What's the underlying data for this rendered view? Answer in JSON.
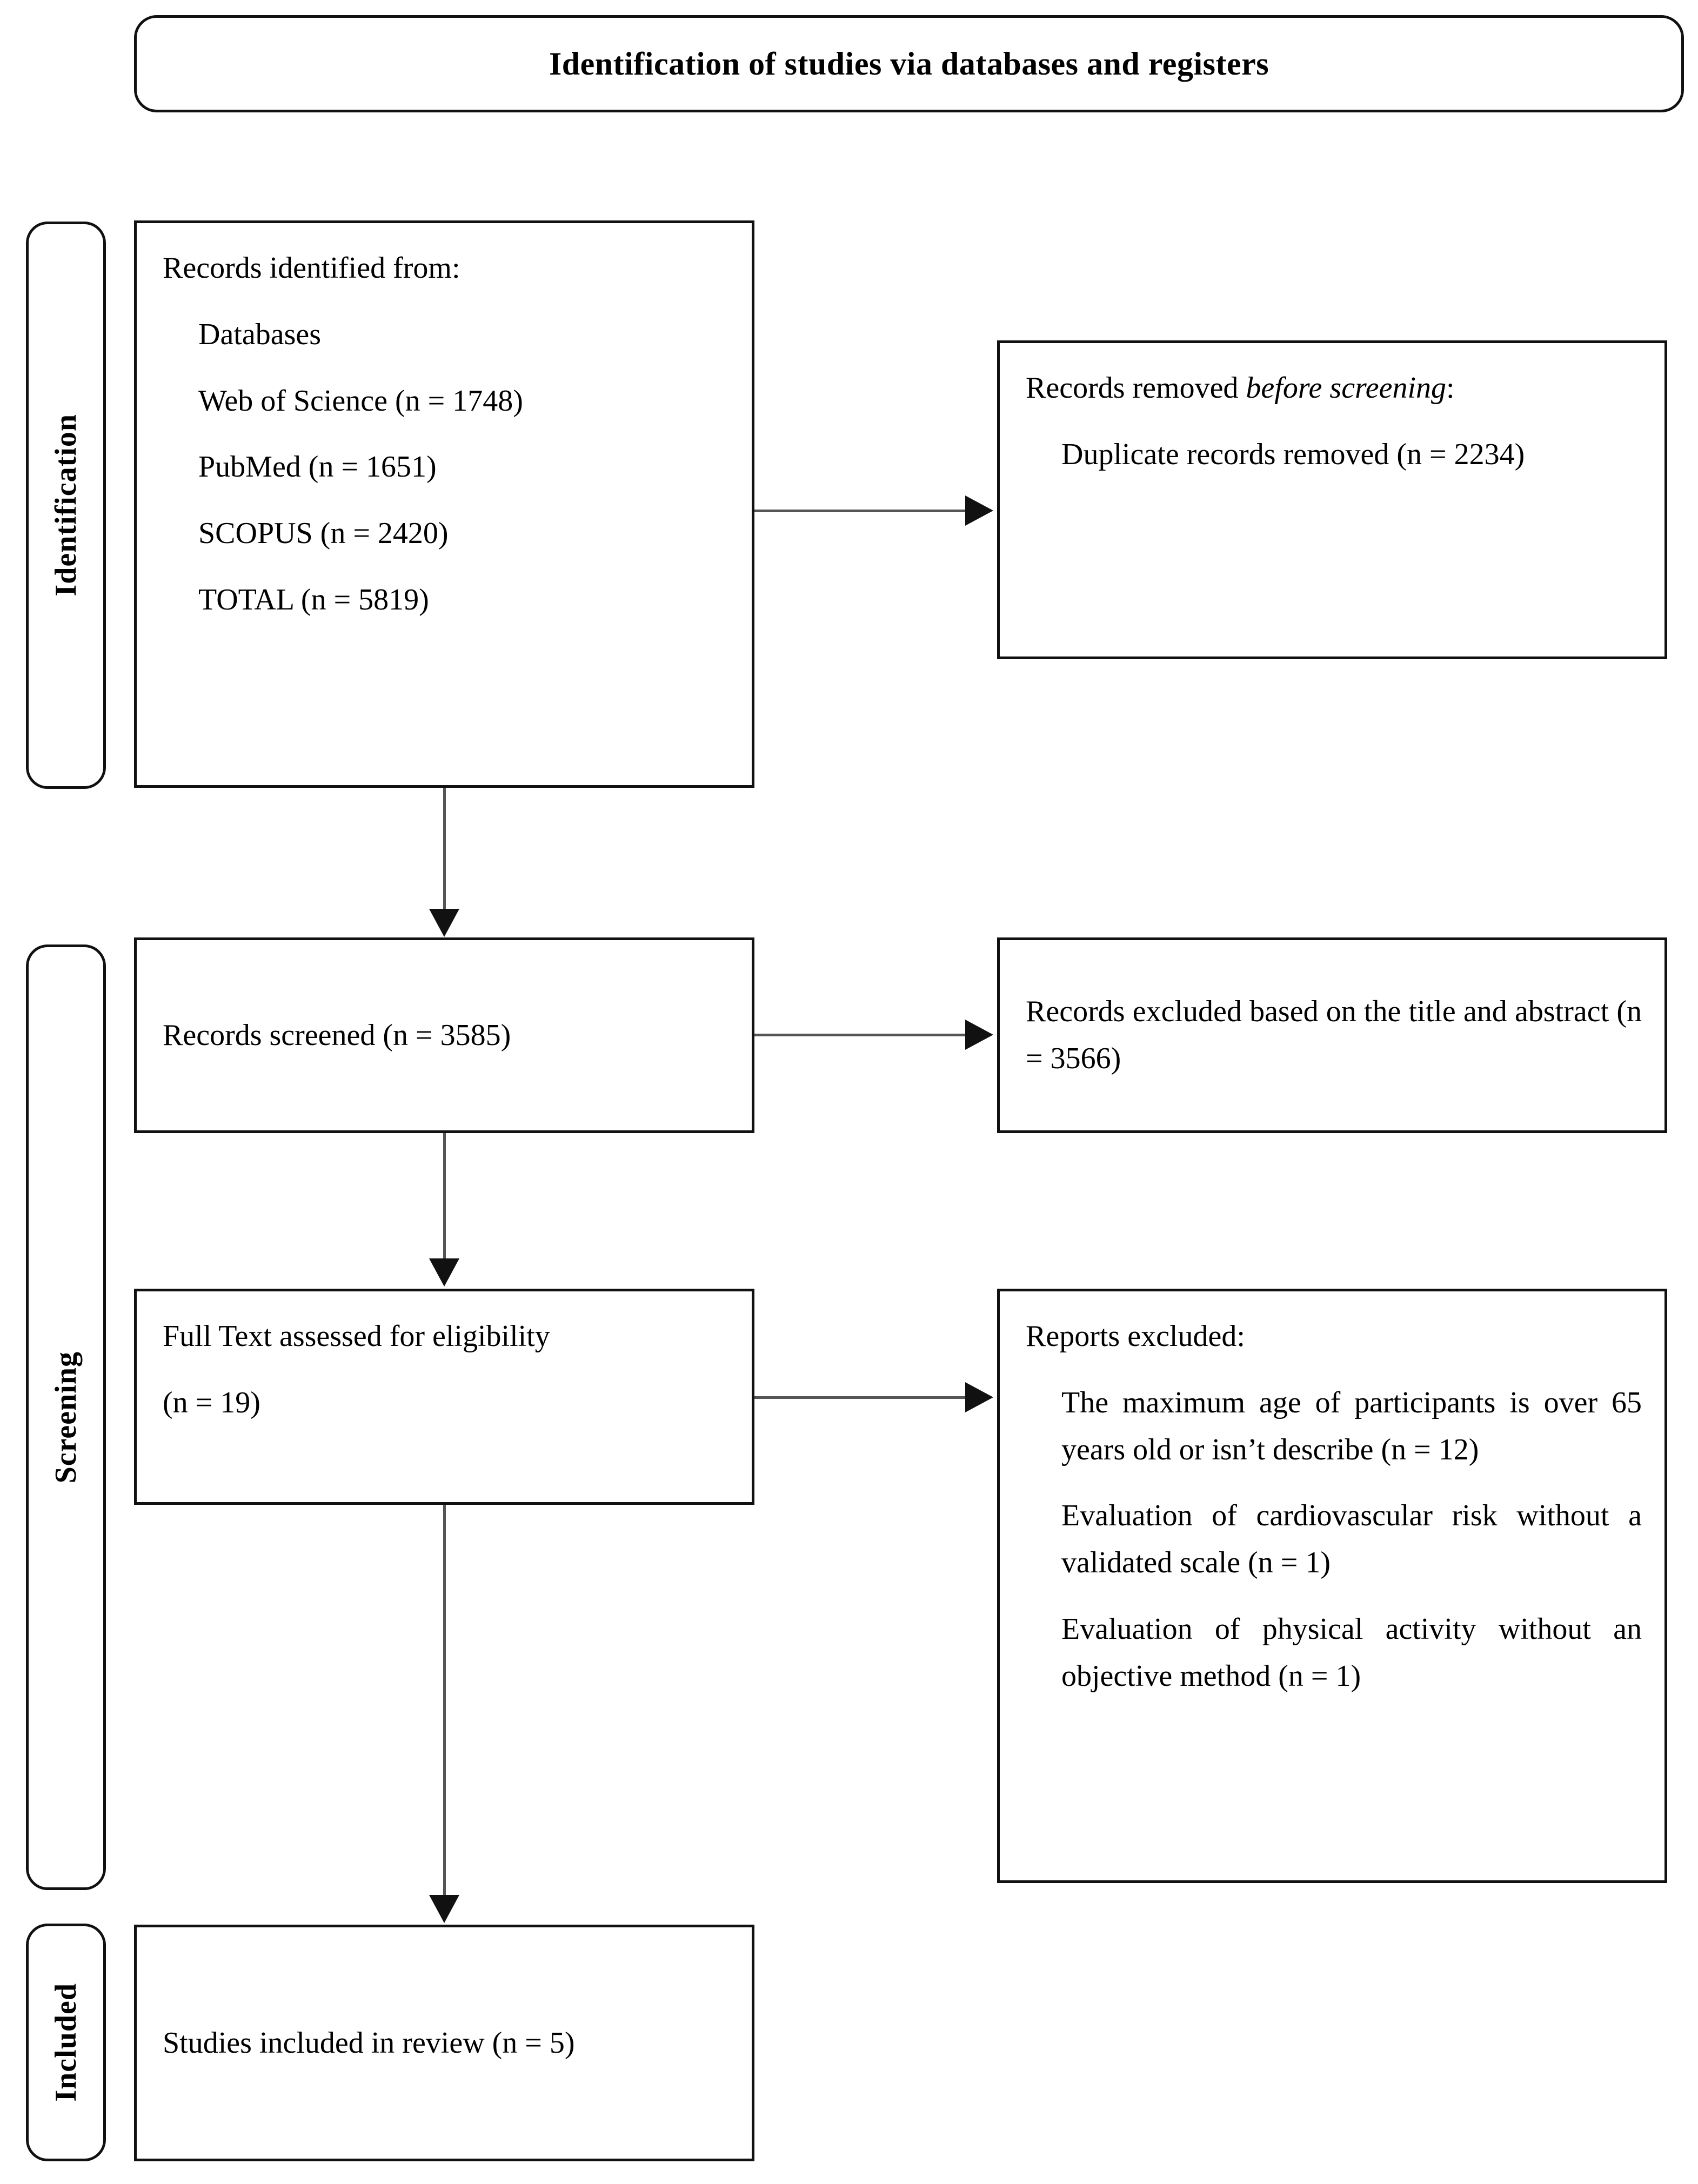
{
  "title": {
    "text": "Identification of studies via databases and registers"
  },
  "stages": [
    {
      "key": "identification",
      "label": "Identification"
    },
    {
      "key": "screening",
      "label": "Screening"
    },
    {
      "key": "included",
      "label": "Included"
    }
  ],
  "boxes": {
    "records_identified": {
      "heading": "Records identified from:",
      "lines": [
        "Databases",
        "Web of Science (n = 1748)",
        "PubMed (n = 1651)",
        "SCOPUS (n = 2420)",
        "TOTAL (n = 5819)"
      ]
    },
    "records_removed": {
      "heading_prefix": "Records removed ",
      "heading_italic": "before screening",
      "heading_suffix": ":",
      "lines": [
        "Duplicate records removed (n = 2234)"
      ]
    },
    "records_screened": {
      "text": "Records screened (n = 3585)"
    },
    "records_excluded": {
      "text": "Records excluded based on the title and abstract (n = 3566)"
    },
    "full_text": {
      "line1": "Full Text assessed for eligibility",
      "line2": "(n = 19)"
    },
    "reports_excluded": {
      "heading": "Reports excluded:",
      "lines": [
        "The maximum age of participants is over 65 years old or isn’t describe (n = 12)",
        "Evaluation of cardiovascular risk without a validated scale (n = 1)",
        "Evaluation of physical activity without an objective method (n = 1)"
      ]
    },
    "studies_included": {
      "text": "Studies included in review (n = 5)"
    }
  },
  "colors": {
    "border": "#111111",
    "connector": "#555555",
    "background": "#ffffff",
    "text": "#000000"
  },
  "flow_counts": {
    "web_of_science": 1748,
    "pubmed": 1651,
    "scopus": 2420,
    "total_identified": 5819,
    "duplicates_removed": 2234,
    "records_screened": 3585,
    "records_excluded_title_abstract": 3566,
    "full_text_assessed": 19,
    "excluded_age": 12,
    "excluded_cv_risk_scale": 1,
    "excluded_physical_activity_method": 1,
    "studies_included": 5
  }
}
